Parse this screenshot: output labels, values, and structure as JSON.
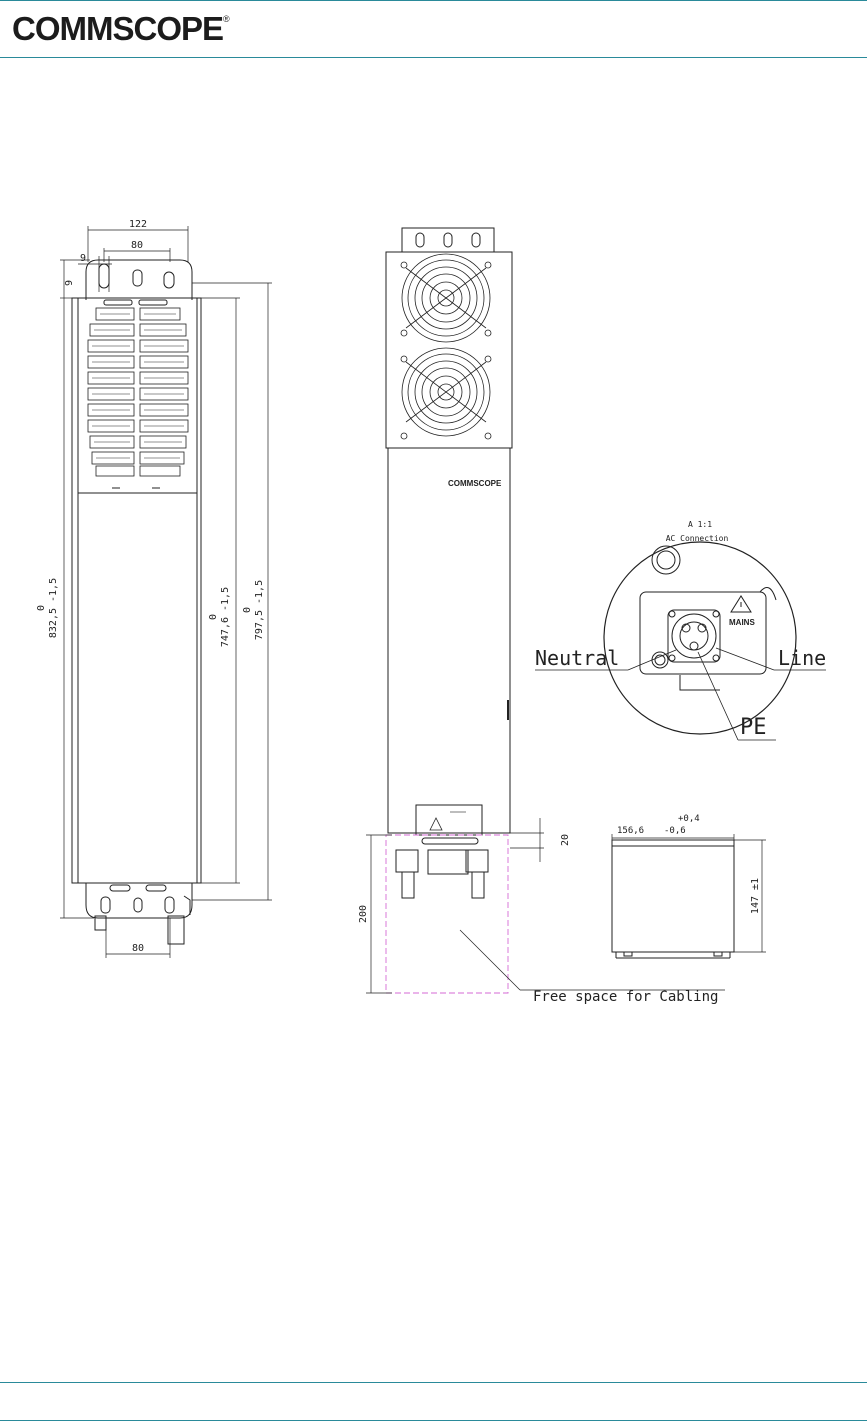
{
  "header": {
    "logo_text": "COMMSCOPE",
    "logo_mark": "®"
  },
  "colors": {
    "rule": "#2a8a9a",
    "drawing": "#222222",
    "cabling_space": "#d46ad4"
  },
  "drawing": {
    "front_view": {
      "dim_width": "122",
      "dim_hole_spacing": "80",
      "dim_slot": "9",
      "dim_slot_v": "9",
      "dim_bottom": "80",
      "dim_total_height": "832,5 -1,5",
      "dim_total_height_tol": "0",
      "dim_inner_height": "747,6 -1,5",
      "dim_inner_height_tol": "0",
      "dim_mount_height": "797,5 -1,5",
      "dim_mount_height_tol": "0"
    },
    "side_view": {
      "brand": "COMMSCOPE",
      "dim_cable_space": "200",
      "dim_offset": "20",
      "cabling_label": "Free space for Cabling"
    },
    "detail": {
      "title": "A  1:1",
      "subtitle": "AC Connection",
      "mains_label": "MAINS",
      "neutral_label": "Neutral",
      "line_label": "Line",
      "pe_label": "PE"
    },
    "bottom_view": {
      "dim_width": "156,6",
      "dim_width_tol_plus": "+0,4",
      "dim_width_tol_minus": "-0,6",
      "dim_height": "147 ±1"
    }
  }
}
